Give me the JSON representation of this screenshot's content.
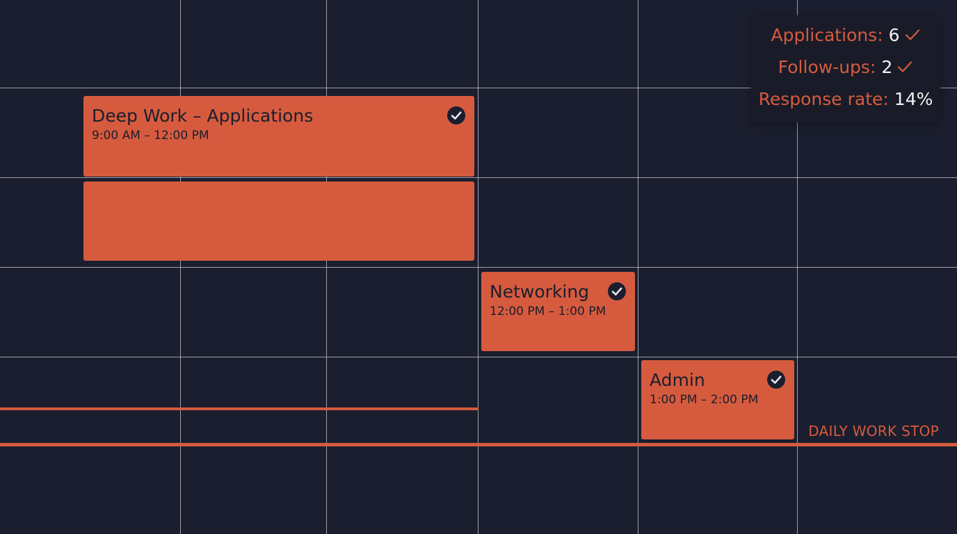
{
  "events": [
    {
      "title": "Deep Work – Applications",
      "time": "9:00 AM – 12:00 PM",
      "completed": true
    },
    {
      "title": "Networking",
      "time": "12:00 PM – 1:00 PM",
      "completed": true
    },
    {
      "title": "Admin",
      "time": "1:00 PM – 2:00 PM",
      "completed": true
    }
  ],
  "stats": {
    "applications_label": "Applications:",
    "applications_value": "6",
    "followups_label": "Follow-ups:",
    "followups_value": "2",
    "response_label": "Response rate:",
    "response_value": "14%"
  },
  "stop_label": "DAILY WORK STOP",
  "colors": {
    "background": "#1b1e2e",
    "accent": "#d65b3e",
    "grid": "#c9ccd6",
    "text_light": "#f2f2f2"
  },
  "icons": {
    "event_complete": "check-circle-icon",
    "stat_complete": "check-icon"
  }
}
